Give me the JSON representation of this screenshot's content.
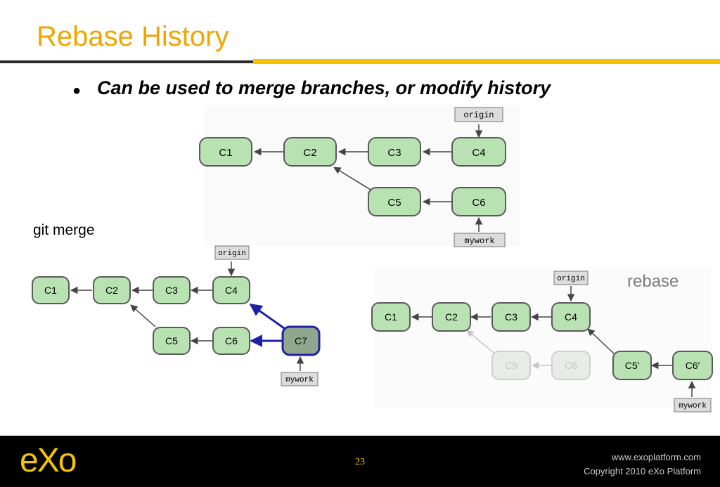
{
  "slide": {
    "title": "Rebase History",
    "bullet": "Can be used to merge branches, or modify history",
    "page_number": "23"
  },
  "labels": {
    "git_merge": "git merge",
    "rebase": "rebase"
  },
  "diagrams": {
    "top": {
      "nodes": [
        "C1",
        "C2",
        "C3",
        "C4",
        "C5",
        "C6"
      ],
      "refs": [
        "origin",
        "mywork"
      ]
    },
    "merge": {
      "nodes": [
        "C1",
        "C2",
        "C3",
        "C4",
        "C5",
        "C6",
        "C7"
      ],
      "refs": [
        "origin",
        "mywork"
      ]
    },
    "rebase": {
      "nodes": [
        "C1",
        "C2",
        "C3",
        "C4",
        "C5",
        "C6",
        "C5'",
        "C6'"
      ],
      "refs": [
        "origin",
        "mywork"
      ]
    }
  },
  "footer": {
    "logo": "eXo",
    "url": "www.exoplatform.com",
    "copyright": "Copyright 2010 eXo Platform"
  },
  "colors": {
    "title": "#f0a500",
    "accent_gold": "#f5c400",
    "node_fill": "#b9e2b3",
    "node_stroke": "#5a5a5a",
    "merge_commit_fill": "#8fa88d",
    "merge_arrow": "#1f1fa8",
    "faded_node": "#e8ebe8"
  }
}
